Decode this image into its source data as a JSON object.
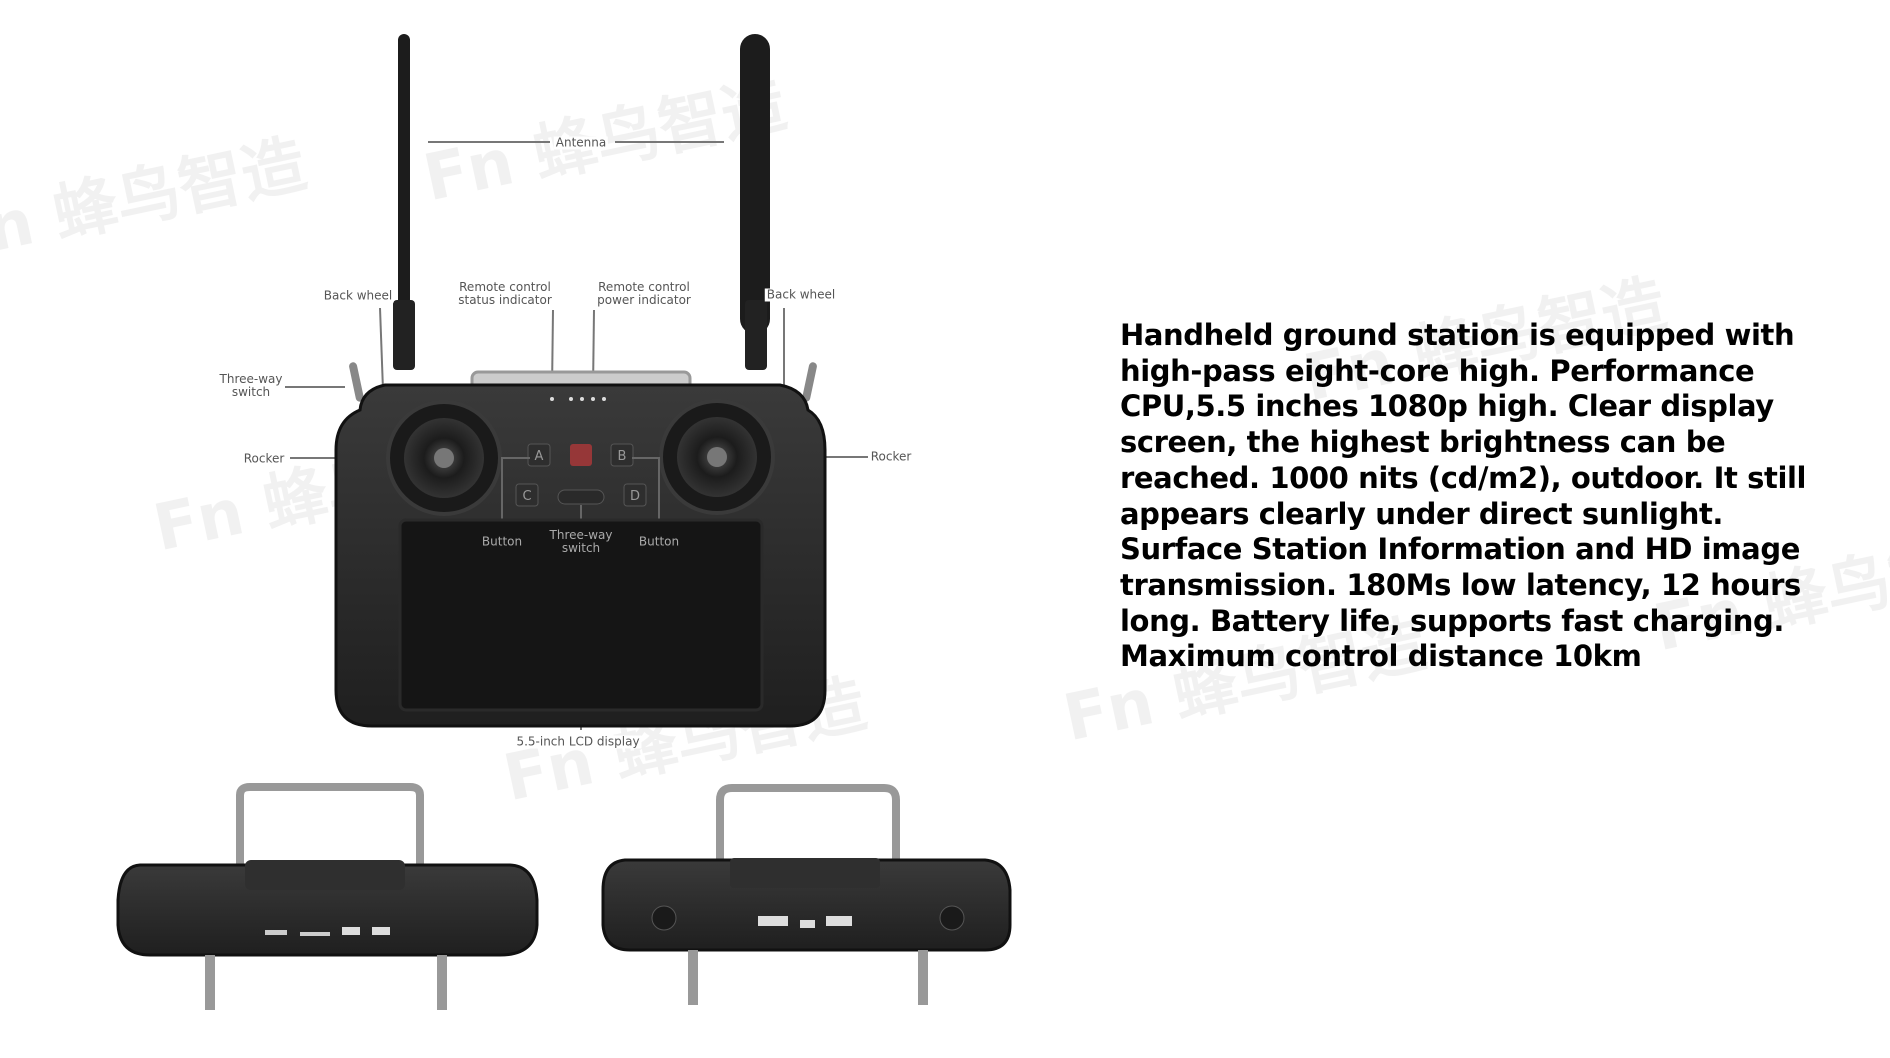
{
  "watermark": "Fn 蜂鸟智造",
  "labels": {
    "antenna": "Antenna",
    "back_wheel_left": "Back wheel",
    "back_wheel_right": "Back wheel",
    "status_indicator": "Remote control\nstatus indicator",
    "power_indicator": "Remote control\npower indicator",
    "three_way_switch_left": "Three-way\nswitch",
    "rocker_left": "Rocker",
    "rocker_right": "Rocker",
    "button_left": "Button",
    "three_way_switch_center": "Three-way\nswitch",
    "button_right": "Button",
    "lcd": "5.5-inch LCD display"
  },
  "buttons": {
    "a": "A",
    "b": "B",
    "c": "C",
    "d": "D"
  },
  "description": "Handheld ground station is equipped with high-pass eight-core high. Performance CPU,5.5 inches 1080p high. Clear display screen, the highest brightness can be reached. 1000 nits (cd/m2), outdoor. It still appears clearly under direct sunlight. Surface Station Information and HD image transmission. 180Ms low latency, 12 hours long. Battery life, supports fast charging. Maximum control distance 10km",
  "colors": {
    "body": "#2a2a2a",
    "body_edge": "#1a1a1a",
    "power_button": "#c0393b",
    "text": "#000000"
  }
}
